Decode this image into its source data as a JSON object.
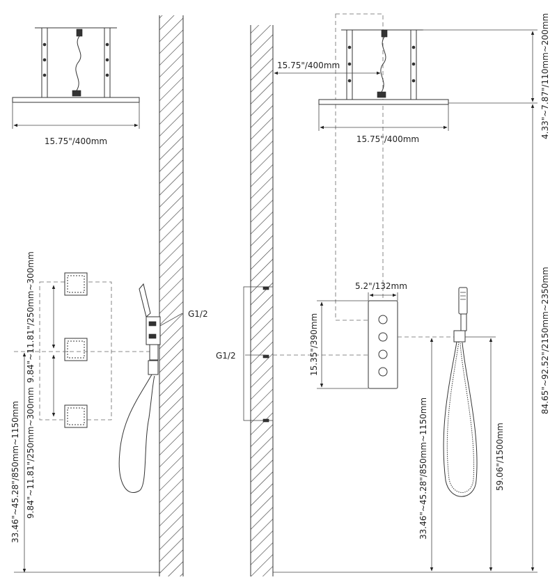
{
  "labels": {
    "top_width": "15.75\"/400mm",
    "right_wall_offset": "15.75\"/400mm",
    "right_top_width": "15.75\"/400mm",
    "riser_range": "4.33\"~7.87\"/110mm~200mm",
    "total_height": "84.65\"~92.52\"/2150mm~2350mm",
    "jet_spacing_upper": "9.84\"~11.81\"/250mm~300mm",
    "jet_spacing_lower": "9.84\"~11.81\"/250mm~300mm",
    "left_valve_height": "33.46\"~45.28\"/850mm~1150mm",
    "inlet_left": "G1/2",
    "inlet_right": "G1/2",
    "valve_width": "5.2\"/132mm",
    "valve_height": "15.35\"/390mm",
    "right_valve_height": "33.46\"~45.28\"/850mm~1150mm",
    "handheld_height": "59.06\"/1500mm"
  }
}
